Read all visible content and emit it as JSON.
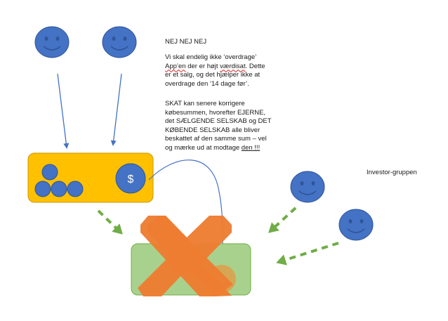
{
  "headline": "NEJ NEJ NEJ",
  "paragraph1": {
    "l1": "Vi skal endelig ikke ‘overdrage’",
    "l2a": "App’en",
    "l2b": " der er højt ",
    "l2c": "værdisat",
    "l2d": ". Dette",
    "l3": "er et salg, og det hjælper ikke at",
    "l4": "overdrage den ’14 dage før’."
  },
  "paragraph2": {
    "l1": "SKAT kan senere korrigere",
    "l2": "købesummen, hvorefter EJERNE,",
    "l3": "det SÆLGENDE SELSKAB og DET",
    "l4": "KØBENDE SELSKAB alle bliver",
    "l5": "beskattet af den samme sum – vel",
    "l6a": "og mærke ud at modtage ",
    "l6b": "den",
    "l6c": " !!!"
  },
  "investor_label": "Investor-gruppen",
  "seller_box_dollar": "$",
  "buyer_box_dollar": "$",
  "colors": {
    "smiley_fill": "#4472c4",
    "smiley_stroke": "#2f5597",
    "seller_box": "#ffc000",
    "buyer_box": "#a9d18e",
    "cross": "#ed7d31",
    "dashed_arrow": "#70ad47",
    "arrow": "#4472c4"
  }
}
